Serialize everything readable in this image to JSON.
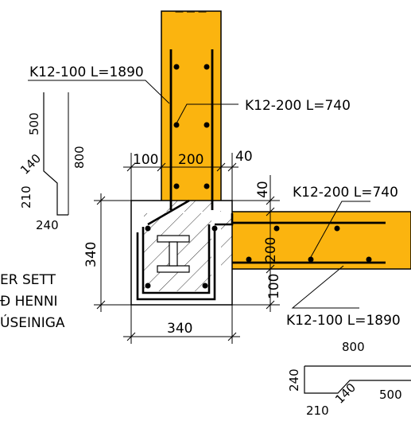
{
  "colors": {
    "beam": "#fbb40f",
    "ink": "#000000",
    "background": "#ffffff"
  },
  "top_note": "— — —",
  "rebar_labels": {
    "vertical_main": "K12-100 L=1890",
    "vertical_stirrup": "K12-200 L=740",
    "horizontal_stirrup": "K12-200 L=740",
    "horizontal_main": "K12-100 L=1890"
  },
  "dimensions": {
    "wall_offset_left": "100",
    "wall_width": "200",
    "wall_offset_right": "40",
    "column_height": "340",
    "column_width": "340",
    "beam_offset_top": "40",
    "beam_height": "200",
    "beam_offset_bottom": "100"
  },
  "left_shape": {
    "d500": "500",
    "d140": "140",
    "d800": "800",
    "d210": "210",
    "d240": "240"
  },
  "bottom_shape": {
    "d800": "800",
    "d240": "240",
    "d210": "210",
    "d140": "140",
    "d500": "500"
  },
  "note_lines": [
    "ER SETT",
    "Ð HENNI",
    "ÚSEINIGA"
  ]
}
